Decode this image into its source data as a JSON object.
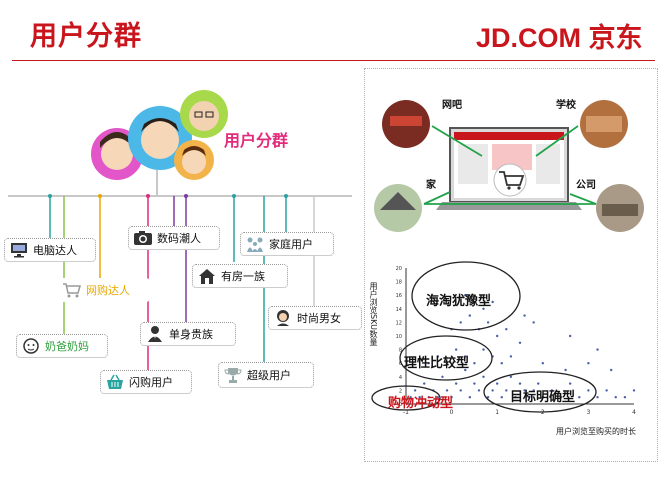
{
  "header": {
    "title": "用户分群",
    "brand": "JD.COM 京东"
  },
  "left": {
    "group_label": "用户分群",
    "tags": [
      {
        "label": "电脑达人",
        "icon": "monitor-icon",
        "color": "#111111"
      },
      {
        "label": "网购达人",
        "icon": "cart-icon",
        "color": "#e8a800"
      },
      {
        "label": "奶爸奶妈",
        "icon": "baby-icon",
        "color": "#2f9e3a"
      },
      {
        "label": "数码潮人",
        "icon": "camera-icon",
        "color": "#111111"
      },
      {
        "label": "闪购用户",
        "icon": "basket-icon",
        "color": "#111111"
      },
      {
        "label": "单身贵族",
        "icon": "person-icon",
        "color": "#111111"
      },
      {
        "label": "有房一族",
        "icon": "house-icon",
        "color": "#111111"
      },
      {
        "label": "家庭用户",
        "icon": "family-icon",
        "color": "#111111"
      },
      {
        "label": "时尚男女",
        "icon": "couple-icon",
        "color": "#111111"
      },
      {
        "label": "超级用户",
        "icon": "trophy-icon",
        "color": "#111111"
      }
    ],
    "colors": {
      "trunk": "#c8c8c8",
      "pink": "#e12b7b",
      "purple": "#7c3aa3",
      "teal": "#2aa4a0",
      "green": "#8bc34a",
      "yellow": "#e8a800"
    }
  },
  "right": {
    "scenes": {
      "internet_cafe": "网吧",
      "school": "学校",
      "home": "家",
      "company": "公司"
    },
    "cart_icon": "shopping-cart-icon",
    "scatter": {
      "ylabel": "用户浏览SKU数量",
      "xlabel": "用户浏览至购买的时长",
      "xticks": [
        "-1",
        "0",
        "1",
        "2",
        "3",
        "4"
      ],
      "yticks": [
        "20",
        "18",
        "16",
        "14",
        "12",
        "10",
        "8",
        "6",
        "4",
        "2",
        "0"
      ],
      "clusters": [
        "海淘犹豫型",
        "理性比较型",
        "目标明确型",
        "购物冲动型"
      ]
    }
  },
  "chart_data": {
    "type": "scatter",
    "title": "",
    "xlabel": "用户浏览至购买的时长",
    "ylabel": "用户浏览SKU数量",
    "xlim": [
      -1,
      4
    ],
    "ylim": [
      0,
      20
    ],
    "annotations": [
      "海淘犹豫型",
      "理性比较型",
      "目标明确型",
      "购物冲动型"
    ],
    "series": [
      {
        "values": [
          [
            -0.9,
            1
          ],
          [
            -0.8,
            2
          ],
          [
            -0.7,
            1
          ],
          [
            -0.6,
            3
          ],
          [
            -0.5,
            1
          ],
          [
            -0.4,
            2
          ],
          [
            -0.3,
            1
          ],
          [
            -0.2,
            4
          ],
          [
            -0.1,
            2
          ],
          [
            0.0,
            1
          ],
          [
            0.1,
            3
          ],
          [
            0.2,
            2
          ],
          [
            0.3,
            5
          ],
          [
            0.4,
            1
          ],
          [
            0.5,
            3
          ],
          [
            0.6,
            2
          ],
          [
            0.7,
            4
          ],
          [
            0.8,
            1
          ],
          [
            0.9,
            2
          ],
          [
            1.0,
            3
          ],
          [
            1.1,
            1
          ],
          [
            1.2,
            2
          ],
          [
            1.3,
            4
          ],
          [
            1.4,
            1
          ],
          [
            1.5,
            3
          ],
          [
            1.6,
            2
          ],
          [
            1.7,
            1
          ],
          [
            1.8,
            2
          ],
          [
            1.9,
            3
          ],
          [
            2.0,
            1
          ],
          [
            2.2,
            2
          ],
          [
            2.4,
            1
          ],
          [
            2.6,
            3
          ],
          [
            2.8,
            1
          ],
          [
            3.0,
            2
          ],
          [
            3.2,
            1
          ],
          [
            3.4,
            2
          ],
          [
            3.6,
            1
          ],
          [
            3.8,
            1
          ],
          [
            4.0,
            2
          ],
          [
            -0.5,
            6
          ],
          [
            -0.3,
            7
          ],
          [
            -0.1,
            6
          ],
          [
            0.1,
            8
          ],
          [
            0.3,
            7
          ],
          [
            0.5,
            6
          ],
          [
            0.7,
            8
          ],
          [
            0.9,
            7
          ],
          [
            1.1,
            6
          ],
          [
            1.3,
            7
          ],
          [
            0.0,
            11
          ],
          [
            0.2,
            12
          ],
          [
            0.4,
            13
          ],
          [
            0.6,
            11
          ],
          [
            0.8,
            12
          ],
          [
            1.0,
            10
          ],
          [
            1.2,
            11
          ],
          [
            0.5,
            15
          ],
          [
            0.7,
            14
          ],
          [
            1.5,
            9
          ],
          [
            2.0,
            6
          ],
          [
            2.5,
            5
          ],
          [
            3.0,
            6
          ],
          [
            3.5,
            5
          ],
          [
            1.8,
            12
          ],
          [
            2.6,
            10
          ],
          [
            3.2,
            8
          ],
          [
            0.3,
            16
          ],
          [
            0.9,
            15
          ],
          [
            1.6,
            13
          ]
        ]
      }
    ]
  }
}
